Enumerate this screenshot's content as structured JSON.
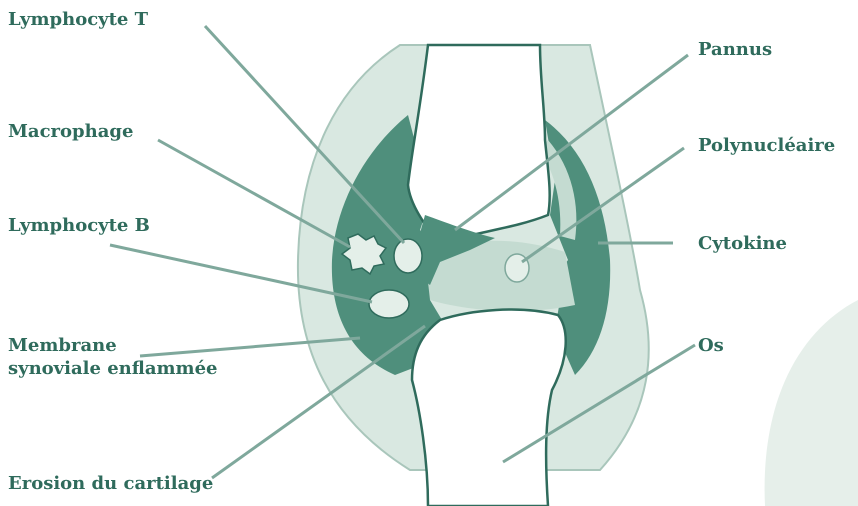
{
  "colors": {
    "text": "#2f6b5c",
    "leader_line": "#7fa89c",
    "synovial_membrane": "#4f8f7c",
    "capsule": "#d9e8e1",
    "capsule_outline": "#a9c6bb",
    "bone": "#ffffff",
    "bone_outline": "#2f6b5c",
    "cartilage": "#c4dbd1",
    "cell_fill": "#e4efe9",
    "background_blob": "#e6efea"
  },
  "labels": {
    "lymphocyte_t": "Lymphocyte T",
    "macrophage": "Macrophage",
    "lymphocyte_b": "Lymphocyte B",
    "membrane_line1": "Membrane",
    "membrane_line2": "synoviale enflammée",
    "erosion": "Erosion du cartilage",
    "pannus": "Pannus",
    "polynucleaire": "Polynucléaire",
    "cytokine": "Cytokine",
    "os": "Os"
  }
}
